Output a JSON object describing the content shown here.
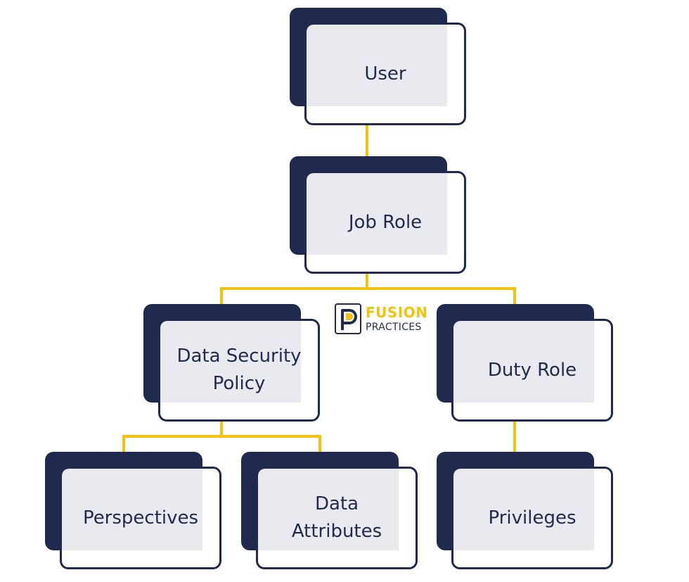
{
  "diagram": {
    "nodes": [
      {
        "id": "user",
        "label": "User"
      },
      {
        "id": "job-role",
        "label": "Job Role"
      },
      {
        "id": "data-security-policy",
        "label": "Data Security\nPolicy"
      },
      {
        "id": "duty-role",
        "label": "Duty Role"
      },
      {
        "id": "perspectives",
        "label": "Perspectives"
      },
      {
        "id": "data-attributes",
        "label": "Data\nAttributes"
      },
      {
        "id": "privileges",
        "label": "Privileges"
      }
    ],
    "edges": [
      {
        "from": "user",
        "to": "job-role"
      },
      {
        "from": "job-role",
        "to": "data-security-policy"
      },
      {
        "from": "job-role",
        "to": "duty-role"
      },
      {
        "from": "data-security-policy",
        "to": "perspectives"
      },
      {
        "from": "data-security-policy",
        "to": "data-attributes"
      },
      {
        "from": "duty-role",
        "to": "privileges"
      }
    ]
  },
  "logo": {
    "brand_top": "FUSION",
    "brand_bottom": "PRACTICES"
  },
  "colors": {
    "navy": "#1f2a4e",
    "fill": "#e9eaf0",
    "connector": "#f4c20d"
  }
}
